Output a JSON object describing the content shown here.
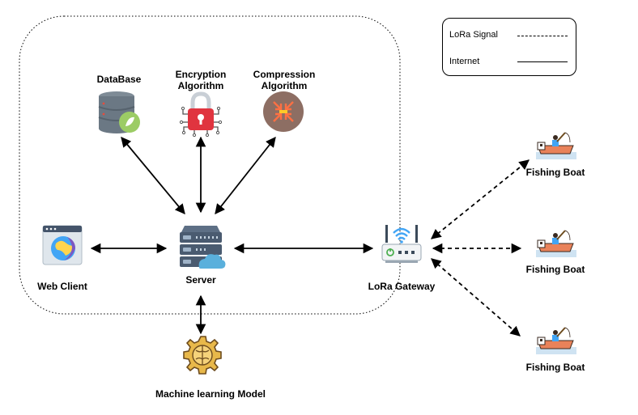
{
  "nodes": {
    "database": "DataBase",
    "encryption_line1": "Encryption",
    "encryption_line2": "Algorithm",
    "compression_line1": "Compression",
    "compression_line2": "Algorithm",
    "web_client": "Web Client",
    "server": "Server",
    "lora_gateway": "LoRa Gateway",
    "ml_model": "Machine learning Model",
    "boat1": "Fishing Boat",
    "boat2": "Fishing Boat",
    "boat3": "Fishing Boat"
  },
  "legend": {
    "lora_signal": "LoRa Signal",
    "internet": "Internet"
  },
  "colors": {
    "server_body": "#4a5b70",
    "cloud": "#5ab0dc",
    "lock_red": "#e0343f",
    "compression_bg": "#8d6e63",
    "ml_gold": "#e8b84a",
    "boat_orange": "#e9825a",
    "water_blue": "#cfe3f2"
  }
}
